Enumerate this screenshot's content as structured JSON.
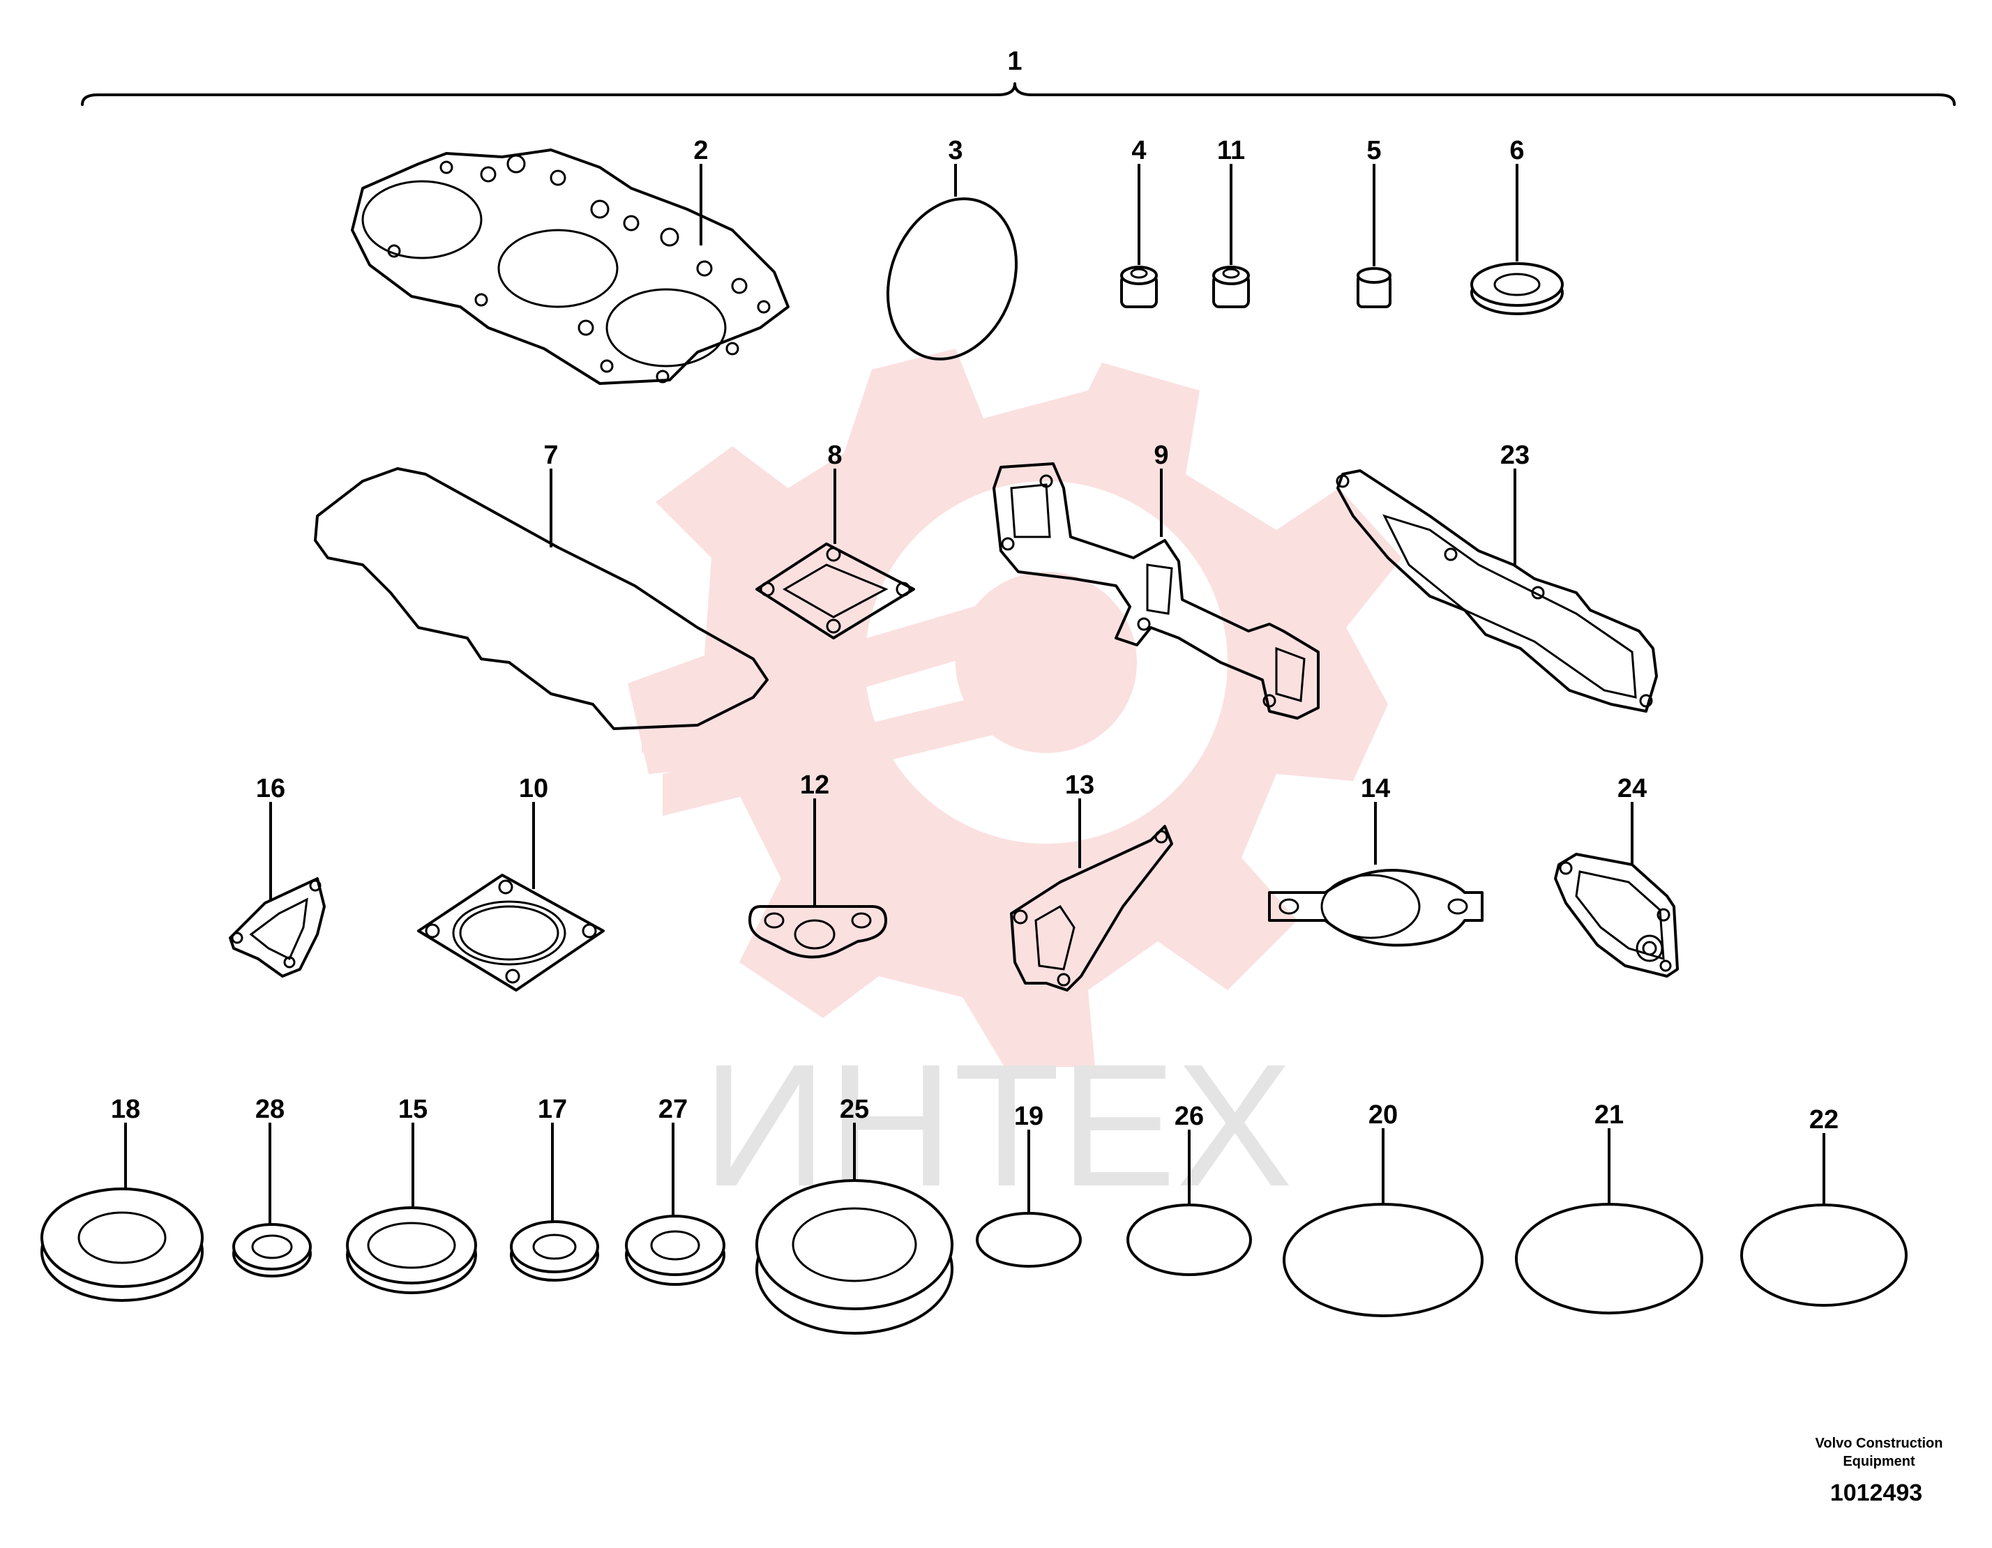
{
  "watermark": {
    "text": "ИНТЕХ",
    "gear_color": "#fbe0e0"
  },
  "labels": {
    "l1": "1",
    "l2": "2",
    "l3": "3",
    "l4": "4",
    "l5": "5",
    "l6": "6",
    "l7": "7",
    "l8": "8",
    "l9": "9",
    "l10": "10",
    "l11": "11",
    "l12": "12",
    "l13": "13",
    "l14": "14",
    "l15": "15",
    "l16": "16",
    "l17": "17",
    "l18": "18",
    "l19": "19",
    "l20": "20",
    "l21": "21",
    "l22": "22",
    "l23": "23",
    "l24": "24",
    "l25": "25",
    "l26": "26",
    "l27": "27",
    "l28": "28"
  },
  "footer": {
    "brand_line1": "Volvo Construction",
    "brand_line2": "Equipment",
    "drawing_number": "1012493"
  }
}
